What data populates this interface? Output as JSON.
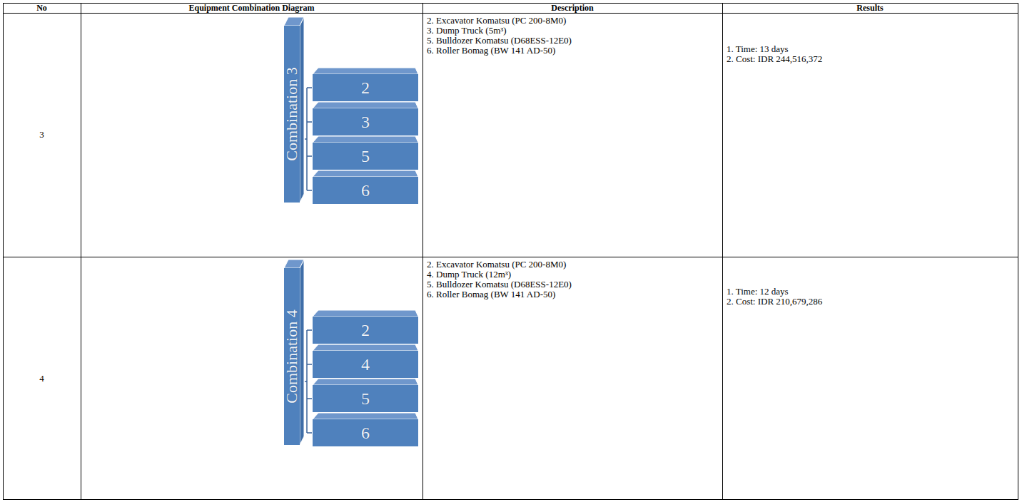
{
  "diagram": {
    "nodes": [
      {
        "text": [
          "Combination 3"
        ]
      },
      {
        "text": [
          "2"
        ]
      },
      {
        "text": [
          "3"
        ]
      },
      {
        "text": [
          "5"
        ]
      },
      {
        "text": [
          "6"
        ]
      },
      {
        "text": [
          "Combination 4"
        ]
      },
      {
        "text": [
          "2"
        ]
      },
      {
        "text": [
          "4"
        ]
      },
      {
        "text": [
          "5"
        ]
      },
      {
        "text": [
          "6"
        ]
      }
    ],
    "labels": [
      "No",
      "Equipment Combination Diagram",
      "Description",
      "Results",
      "3",
      "2. Excavator Komatsu (PC 200-8M0)",
      "3. Dump Truck (5m³)",
      "5. Bulldozer Komatsu (D68ESS-12E0)",
      "6. Roller Bomag (BW 141 AD-50)",
      "1. Time: 13 days",
      "2. Cost: IDR 244,516,372",
      "4",
      "2. Excavator Komatsu (PC 200-8M0)",
      "4. Dump Truck (12m³)",
      "5. Bulldozer Komatsu (D68ESS-12E0)",
      "6. Roller Bomag (BW 141 AD-50)",
      "1. Time: 12 days",
      "2. Cost: IDR 210,679,286"
    ]
  }
}
